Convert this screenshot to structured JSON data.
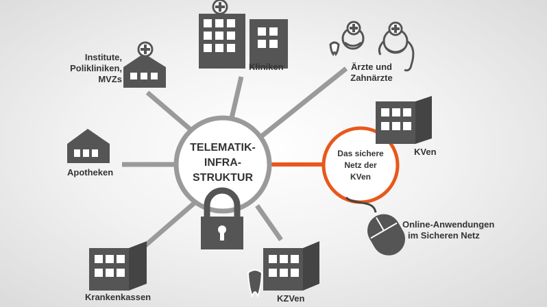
{
  "hub": {
    "lines": [
      "TELEMATIK-",
      "INFRA-",
      "STRUKTUR"
    ]
  },
  "kven_network": {
    "lines": [
      "Das sichere",
      "Netz der",
      "KVen"
    ]
  },
  "nodes": {
    "kliniken": "Kliniken",
    "aerzte": [
      "Ärzte und",
      "Zahnärzte"
    ],
    "institute": [
      "Institute,",
      "Polikliniken,",
      "MVZs"
    ],
    "apotheken": "Apotheken",
    "kven": "KVen",
    "online": [
      "Online-Anwendungen",
      "im Sicheren Netz"
    ],
    "krankenkassen": "Krankenkassen",
    "kzven": "KZVen"
  },
  "colors": {
    "accent": "#e8581c",
    "icon": "#555555",
    "connector": "#9a9a9a",
    "hub_ring": "#9a9a9a"
  },
  "icons": [
    "hospital-icon",
    "doctors-icon",
    "clinic-icon",
    "pharmacy-icon",
    "kven-building-icon",
    "mouse-icon",
    "insurance-building-icon",
    "dental-building-icon",
    "lock-icon"
  ]
}
